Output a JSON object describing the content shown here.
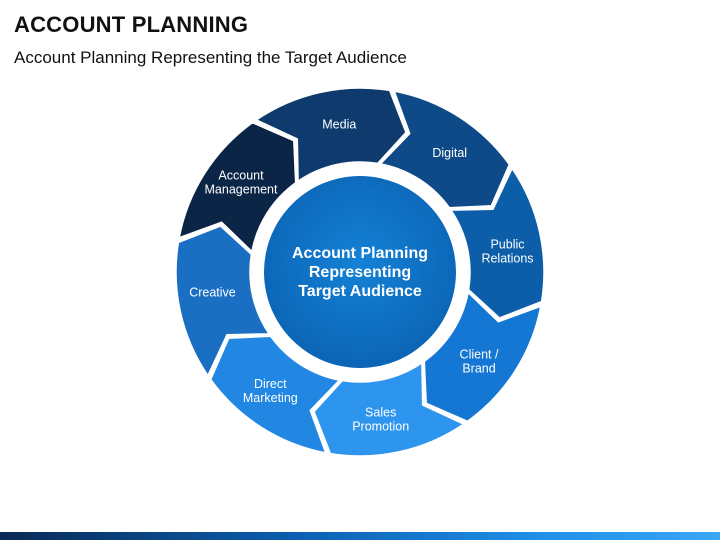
{
  "title": "ACCOUNT PLANNING",
  "subtitle": "Account Planning Representing the Target Audience",
  "center": {
    "lines": [
      "Account Planning",
      "Representing",
      "Target Audience"
    ],
    "color": "#0d6ec0"
  },
  "segments": [
    {
      "lines": [
        "Account",
        "Management"
      ],
      "color": "#0b2547"
    },
    {
      "lines": [
        "Media"
      ],
      "color": "#0e3a6e"
    },
    {
      "lines": [
        "Digital"
      ],
      "color": "#0d4a87"
    },
    {
      "lines": [
        "Public",
        "Relations"
      ],
      "color": "#0c5ea9"
    },
    {
      "lines": [
        "Client /",
        "Brand"
      ],
      "color": "#1577d4"
    },
    {
      "lines": [
        "Sales",
        "Promotion"
      ],
      "color": "#2e95ef"
    },
    {
      "lines": [
        "Direct",
        "Marketing"
      ],
      "color": "#2187e2"
    },
    {
      "lines": [
        "Creative"
      ],
      "color": "#1a6fc3"
    }
  ]
}
